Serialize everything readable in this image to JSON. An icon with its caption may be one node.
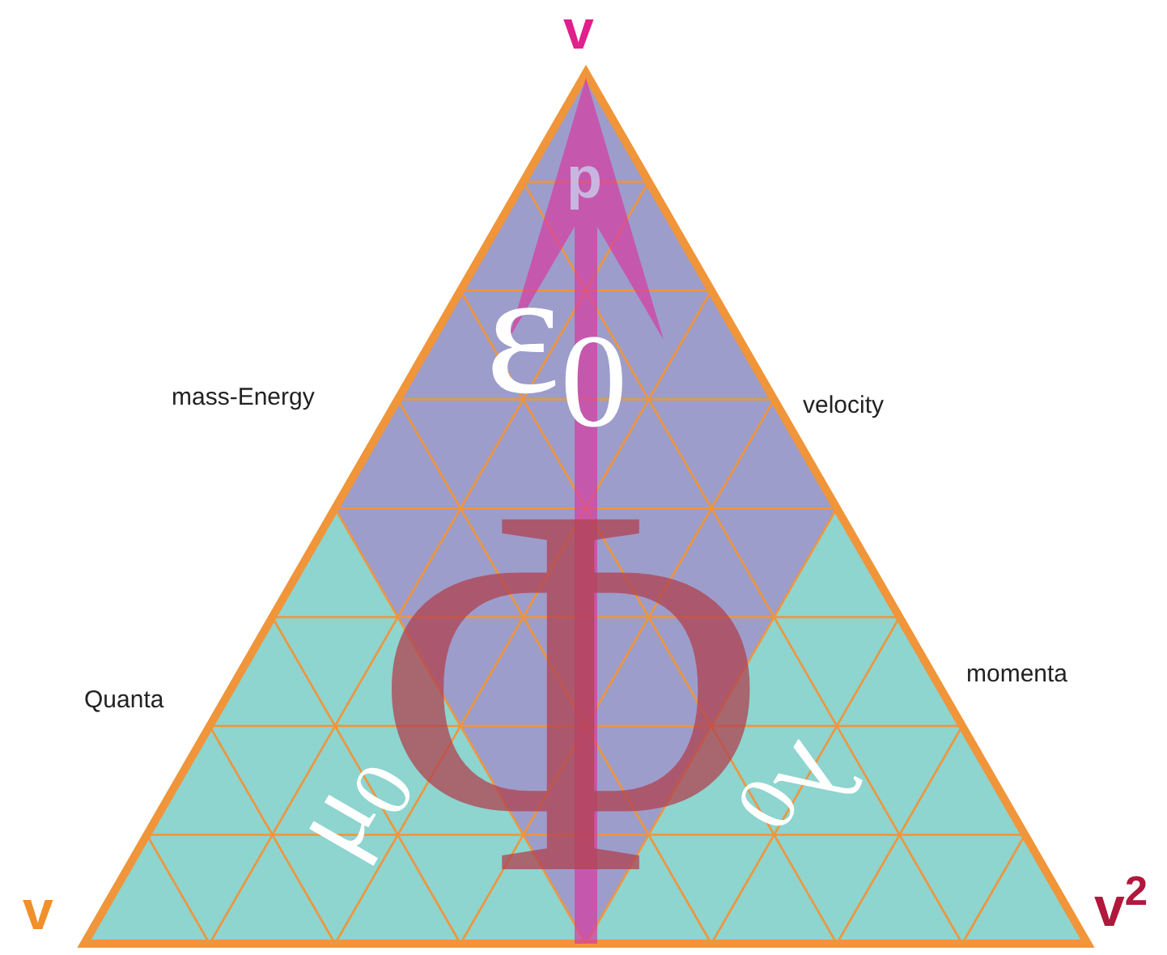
{
  "diagram": {
    "labels": [
      "v",
      "p",
      "mass-Energy",
      "velocity",
      "ε$_{0}$",
      "Φ",
      "Quanta",
      "momenta",
      "μ$_{0}$",
      "λ$_{0}$",
      "v",
      "v$^{2}$"
    ]
  }
}
